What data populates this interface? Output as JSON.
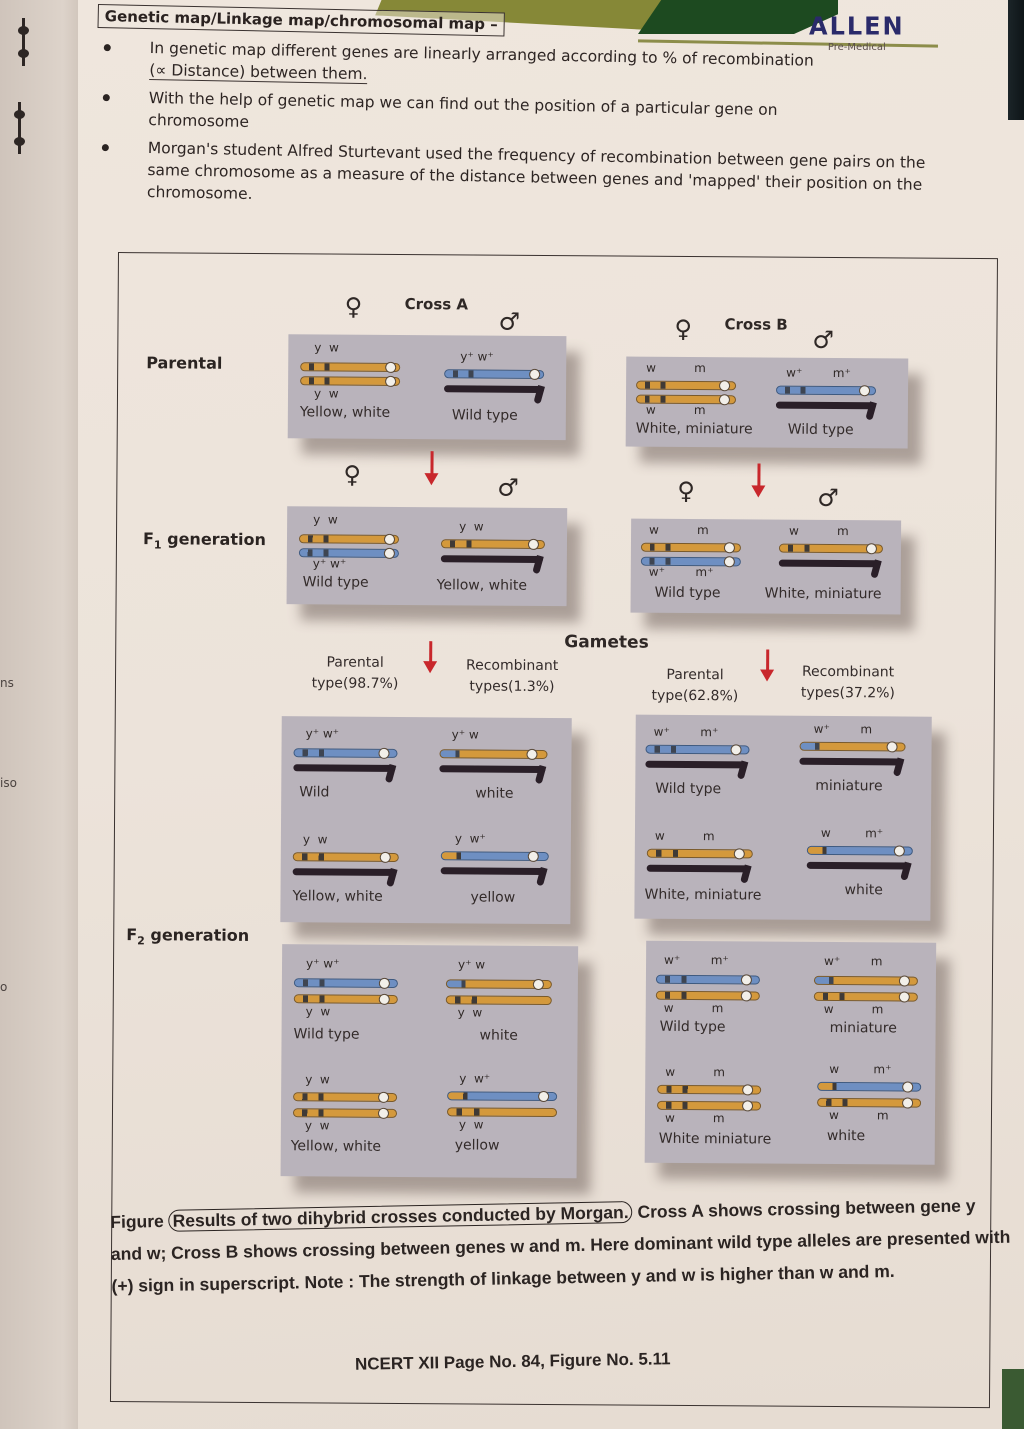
{
  "header": {
    "title": "Genetic map/Linkage map/chromosomal map –",
    "brand_name": "ALLEN",
    "brand_sub": "Pre-Medical"
  },
  "margin_fragments": [
    "ns",
    "iso",
    "o"
  ],
  "bullets": [
    {
      "text_a": "In genetic map different genes are linearly arranged according to % of recombination",
      "text_b": "(∝ Distance) between them."
    },
    {
      "text_a": "With the help of genetic map we can find out the position of a particular gene on",
      "text_b": "chromosome"
    },
    {
      "text_a": "Morgan's student Alfred Sturtevant used the frequency of recombination between gene pairs on the same chromosome as a measure of the distance between genes and 'mapped' their position on the chromosome.",
      "text_b": ""
    }
  ],
  "figure": {
    "row_labels": {
      "parental": "Parental",
      "f1_prefix": "F",
      "f1_sub": "1",
      "f1_suffix": " generation",
      "f2_prefix": "F",
      "f2_sub": "2",
      "f2_suffix": " generation"
    },
    "symbols": {
      "female": "♀",
      "male": "♂"
    },
    "cross_a": {
      "title": "Cross A",
      "parental": [
        {
          "genes_top": "y  w",
          "genes_bottom": "y  w",
          "label": "Yellow, white"
        },
        {
          "genes_top": "y⁺ w⁺",
          "label": "Wild type"
        }
      ],
      "f1": [
        {
          "genes_top": "y  w",
          "genes_bottom": "y⁺ w⁺",
          "label": "Wild type"
        },
        {
          "genes_top": "y  w",
          "label": "Yellow, white"
        }
      ],
      "gametes": {
        "parental_title": "Parental",
        "parental_pct": "type(98.7%)",
        "recomb_title": "Recombinant",
        "recomb_pct": "types(1.3%)",
        "items": [
          {
            "genes": "y⁺ w⁺",
            "label": "Wild"
          },
          {
            "genes": "y⁺ w",
            "label": "white"
          },
          {
            "genes": "y  w",
            "label": "Yellow, white"
          },
          {
            "genes": "y  w⁺",
            "label": "yellow"
          }
        ]
      },
      "f2": [
        {
          "genes_top": "y⁺ w⁺",
          "genes_bottom": "y  w",
          "label": "Wild type"
        },
        {
          "genes_top": "y⁺ w",
          "genes_bottom": "y  w",
          "label": "white"
        },
        {
          "genes_top": "y  w",
          "genes_bottom": "y  w",
          "label": "Yellow, white"
        },
        {
          "genes_top": "y  w⁺",
          "genes_bottom": "y  w",
          "label": "yellow"
        }
      ]
    },
    "cross_b": {
      "title": "Cross B",
      "parental": [
        {
          "genes_top": "w          m",
          "genes_bottom": "w          m",
          "label": "White, miniature"
        },
        {
          "genes_top": "w⁺        m⁺",
          "label": "Wild type"
        }
      ],
      "f1": [
        {
          "genes_top": "w          m",
          "genes_bottom": "w⁺        m⁺",
          "label": "Wild type"
        },
        {
          "genes_top": "w          m",
          "label": "White, miniature"
        }
      ],
      "gametes": {
        "parental_title": "Parental",
        "parental_pct": "type(62.8%)",
        "recomb_title": "Recombinant",
        "recomb_pct": "types(37.2%)",
        "items": [
          {
            "genes": "w⁺        m⁺",
            "label": "Wild type"
          },
          {
            "genes": "w⁺        m",
            "label": "miniature"
          },
          {
            "genes": "w          m",
            "label": "White, miniature"
          },
          {
            "genes": "w         m⁺",
            "label": "white"
          }
        ]
      },
      "f2": [
        {
          "genes_top": "w⁺        m⁺",
          "genes_bottom": "w          m",
          "label": "Wild type"
        },
        {
          "genes_top": "w⁺        m",
          "genes_bottom": "w          m",
          "label": "miniature"
        },
        {
          "genes_top": "w          m",
          "genes_bottom": "w          m",
          "label": "White miniature"
        },
        {
          "genes_top": "w         m⁺",
          "genes_bottom": "w          m",
          "label": "white"
        }
      ]
    },
    "gametes_title": "Gametes"
  },
  "caption": {
    "prefix": "Figure ",
    "circled": "Results of two dihybrid crosses conducted by Morgan.",
    "rest_1": " Cross A shows crossing between gene y and w; Cross B shows crossing between genes w and m. Here dominant wild type alleles are presented with (+) sign in superscript. Note : The strength of linkage between y and w is higher than w and m.",
    "reference": "NCERT XII Page No. 84, Figure No. 5.11"
  },
  "colors": {
    "mutant_chromosome": "#d4993c",
    "wildtype_chromosome": "#6e8fc2",
    "y_chromosome": "#2a1f28",
    "arrow": "#c8272c",
    "panel": "#b9b3bb",
    "brand": "#2a2a6a"
  }
}
